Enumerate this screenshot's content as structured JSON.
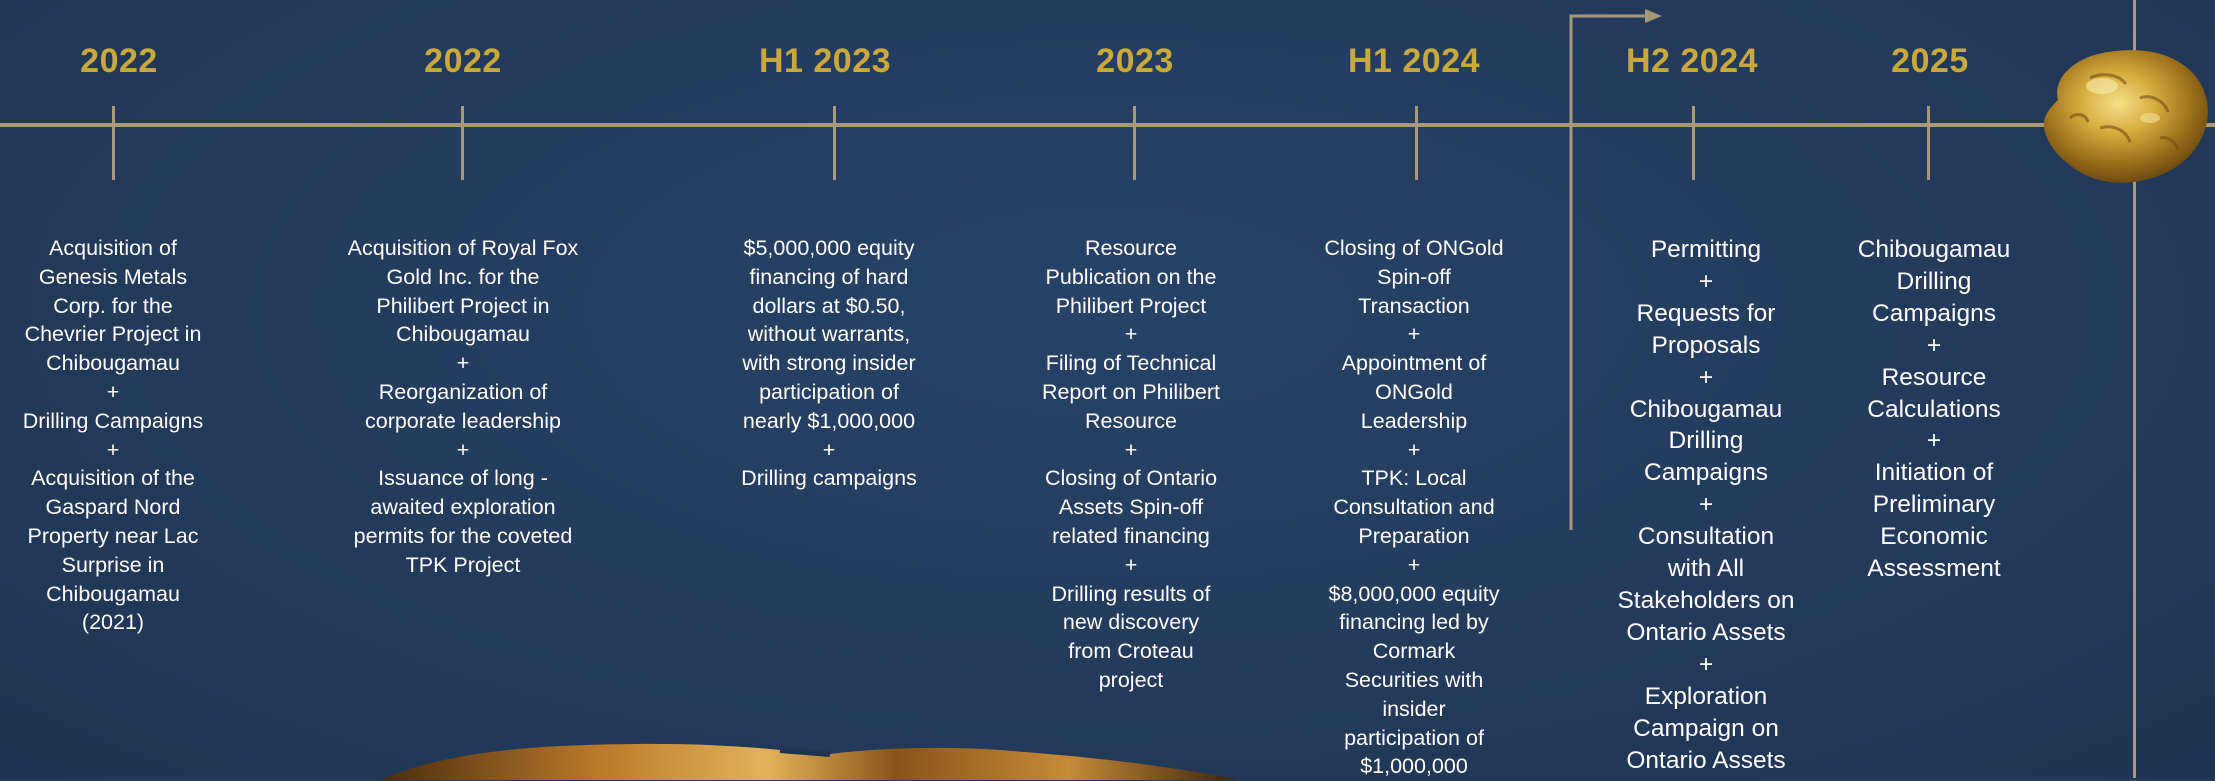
{
  "timeline": {
    "milestones": [
      {
        "period": "2022",
        "description": "Acquisition of\nGenesis Metals\nCorp. for the\nChevrier Project in\nChibougamau\n+\nDrilling Campaigns\n+\nAcquisition of the\nGaspard Nord\nProperty near Lac\nSurprise in\nChibougamau\n(2021)"
      },
      {
        "period": "2022",
        "description": "Acquisition of Royal Fox\nGold Inc. for the\nPhilibert Project in\nChibougamau\n+\nReorganization of\ncorporate leadership\n+\nIssuance of long -\nawaited exploration\npermits for the coveted\nTPK Project"
      },
      {
        "period": "H1 2023",
        "description": "$5,000,000 equity\nfinancing of hard\ndollars at $0.50,\nwithout warrants,\nwith strong insider\nparticipation of\nnearly $1,000,000\n+\nDrilling campaigns"
      },
      {
        "period": "2023",
        "description": "Resource\nPublication on the\nPhilibert Project\n+\nFiling of Technical\nReport on Philibert\nResource\n+\nClosing of Ontario\nAssets Spin-off\nrelated financing\n+\nDrilling results of\nnew discovery\nfrom Croteau\nproject"
      },
      {
        "period": "H1 2024",
        "description": "Closing of ONGold\nSpin-off\nTransaction\n+\nAppointment of\nONGold\nLeadership\n+\nTPK: Local\nConsultation and\nPreparation\n+\n$8,000,000 equity\nfinancing led by\nCormark\nSecurities with\ninsider\nparticipation of\n$1,000,000"
      },
      {
        "period": "H2 2024",
        "description": "Permitting\n+\nRequests for\nProposals\n+\nChibougamau\nDrilling\nCampaigns\n+\nConsultation\nwith All\nStakeholders on\nOntario Assets\n+\nExploration\nCampaign on\nOntario Assets"
      },
      {
        "period": "2025",
        "description": "Chibougamau\nDrilling\nCampaigns\n+\nResource\nCalculations\n+\nInitiation of\nPreliminary\nEconomic\nAssessment"
      }
    ]
  },
  "colors": {
    "background": "#243a5c",
    "year_text": "#c9a83c",
    "line": "#a89a78",
    "body_text": "#ffffff"
  },
  "icons": {
    "current_marker": "corner-arrow-icon",
    "nugget": "gold-nugget-image",
    "rock": "gold-ore-image"
  }
}
